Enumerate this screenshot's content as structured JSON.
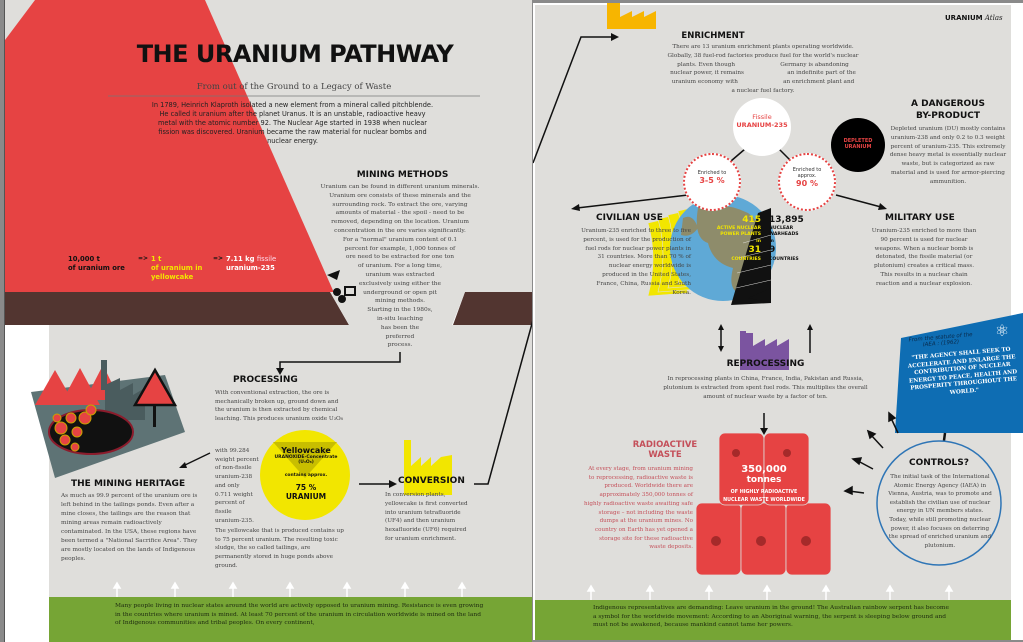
{
  "left": {
    "title": "THE URANIUM PATHWAY",
    "subtitle": "From out of the Ground to a Legacy of Waste",
    "intro": "In 1789, Heinrich Klaproth isolated a new element from a mineral called pitchblende. He called it uranium after the planet Uranus. It is an unstable, radioactive heavy metal with the atomic number 92. The Nuclear Age started in 1938 when nuclear fission was discovered. Uranium became the raw material for nuclear bombs and nuclear energy.",
    "ratio": {
      "ore_amount": "10,000 t",
      "ore_label": "of uranium ore",
      "arrow": "=>",
      "yc_amount": "1 t",
      "yc_label": "of uranium in yellowcake",
      "fissile_amount": "7.11 kg",
      "fissile_word": "fissile",
      "fissile_label": "uranium-235"
    },
    "mining": {
      "title": "MINING METHODS",
      "lines": [
        "Uranium can be found in different uranium minerals.",
        "Uranium ore consists of these minerals and the",
        "surrounding rock. To extract the ore, varying",
        "amounts of material - the spoil - need to be",
        "removed, depending on the location. Uranium",
        "concentration in the ore varies significantly.",
        "For a \"normal\" uranium content of 0.1",
        "percent for example, 1,000 tonnes of",
        "ore need to be extracted for one ton",
        "of uranium. For a long time,",
        "uranium was extracted",
        "exclusively using either the",
        "underground or open pit",
        "mining methods.",
        "Starting in the 1980s,",
        "in-situ leaching",
        "has been the",
        "preferred",
        "process."
      ]
    },
    "processing": {
      "title": "PROCESSING",
      "text_top": "With conventional extraction, the ore is mechanically broken up, ground down and the uranium is then extracted by chemical leaching. This produces uranium oxide U₃O₈",
      "text_narrow": [
        "with 99.284",
        "weight percent",
        "of non-fissile",
        "uranium-238",
        "and only",
        "0.711 weight",
        "percent of",
        "fissile",
        "uranium-235."
      ],
      "text_bottom": "The yellowcake that is produced contains up to 75 percent uranium. The resulting toxic sludge, the so called tailings, are permanently stored in huge ponds above ground."
    },
    "yellowcake": {
      "title": "Yellowcake",
      "sub": "URANOXIDE-Concentrate",
      "formula": "(U₃O₈)",
      "contains": "contains approx.",
      "percent": "75 %",
      "unit": "URANIUM"
    },
    "heritage": {
      "title": "THE MINING HERITAGE",
      "text": "As much as 99.9 percent of the uranium ore is left behind in the tailings ponds. Even after a mine closes, the tailings are the reason that mining areas remain radioactively contaminated. In the USA, these regions have been termed a \"National Sacrifice Area\". They are mostly located on the lands of Indigenous peoples."
    },
    "conversion": {
      "title": "CONVERSION",
      "text": "In conversion plants, yellowcake is first converted into uranium tetrafluoride (UF4) and then uranium hexafluoride (UF6) required for uranium enrichment."
    },
    "footer": "Many people living in nuclear states around the world are actively opposed to uranium mining. Resistance is even growing in the countries where uranium is mined. At least 70 percent of the uranium in circulation worldwide is mined on the land of Indigenous communities and tribal peoples. On every continent,"
  },
  "right": {
    "header_bold": "URANIUM",
    "header_italic": "Atlas",
    "enrichment": {
      "title": "ENRICHMENT",
      "lines": [
        "There are 13 uranium enrichment plants operating worldwide.",
        "Globally, 38 fuel-rod factories produce fuel for the world's nuclear",
        "plants. Even though                         Germany is abandoning",
        "nuclear power, it remains                        an indefinite part of the",
        "uranium economy with                         an enrichment plant and",
        "a nuclear fuel factory."
      ]
    },
    "fissile": {
      "top": "Fissile",
      "bottom": "URANIUM-235"
    },
    "enriched_low": {
      "label": "Enriched to",
      "value": "3-5 %"
    },
    "enriched_high": {
      "label": "Enriched to approx.",
      "value": "90 %"
    },
    "depleted": {
      "badge": "DEPLETED URANIUM",
      "title1": "A DANGEROUS",
      "title2": "BY-PRODUCT",
      "text": "Depleted uranium (DU) mostly contains uranium-238 and only 0.2 to 0.3 weight percent of uranium-235. This extremely dense heavy metal is essentially nuclear waste, but is categorized as raw material and is used for armor-piercing ammunition."
    },
    "civilian": {
      "title": "CIVILIAN USE",
      "text": "Uranium-235 enriched to three to five percent, is used for the production of fuel rods for nuclear power plants in 31 countries. More than 70 % of nuclear energy worldwide is produced in the United States, France, China, Russia and South Korea."
    },
    "globe": {
      "plants": "415",
      "plants_label": "ACTIVE NUCLEAR POWER PLANTS",
      "in": "in",
      "plant_countries": "31",
      "countries_label": "COUNTRIES",
      "warheads": "13,895",
      "warheads_label": "NUCLEAR WARHEADS",
      "in2": "in",
      "warhead_countries": "9",
      "countries_label2": "COUNTRIES"
    },
    "military": {
      "title": "MILITARY USE",
      "text": "Uranium-235 enriched to more than 90 percent is used for nuclear weapons. When a nuclear bomb is detonated, the fissile material (or plutonium) creates a critical mass. This results in a nuclear chain reaction and a nuclear explosion."
    },
    "reprocessing": {
      "title": "REPROCESSING",
      "text": "In reprocessing plants in China, France, India, Pakistan and Russia, plutonium is extracted from spent fuel rods. This multiplies the overall amount of nuclear waste by a factor of ten."
    },
    "iaea": {
      "from": "From the statute of the IAEA : (1962)",
      "quote": "\"THE AGENCY SHALL SEEK TO ACCELERATE AND ENLARGE THE CONTRIBUTION OF NUCLEAR ENERGY TO PEACE, HEALTH AND PROSPERITY THROUGHOUT THE WORLD.\""
    },
    "waste": {
      "title1": "RADIOACTIVE",
      "title2": "WASTE",
      "text": "At every stage, from uranium mining to reprocessing, radioactive waste is produced. Worldwide there are approximately 350,000 tonnes of highly radioactive waste awaiting safe storage – not including the waste dumps at the uranium mines. No country on Earth has yet opened a storage site for these radioactive waste deposits.",
      "amount": "350,000",
      "unit": "tonnes",
      "desc": "OF HIGHLY RADIOACTIVE NUCLEAR WASTE WORLDWIDE"
    },
    "controls": {
      "title": "CONTROLS?",
      "text": "The initial task of the International Atomic Energy Agency (IAEA) in Vienna, Austria, was to promote and establish the civilian use of nuclear energy in UN members states. Today, while still promoting nuclear power, it also focuses on deterring the spread of enriched uranium and plutonium."
    },
    "footer": "Indigenous representatives are demanding: Leave uranium in the ground! The Australian rainbow serpent has become a symbol for the worldwide movement: According to an Aboriginal warning, the serpent is sleeping below ground and must not be awakened, because mankind cannot tame her powers."
  },
  "colors": {
    "red": "#e64343",
    "brown": "#523530",
    "yellow": "#f2e600",
    "green": "#76a535",
    "blue": "#0e6db3",
    "gray": "#dfdedb"
  }
}
